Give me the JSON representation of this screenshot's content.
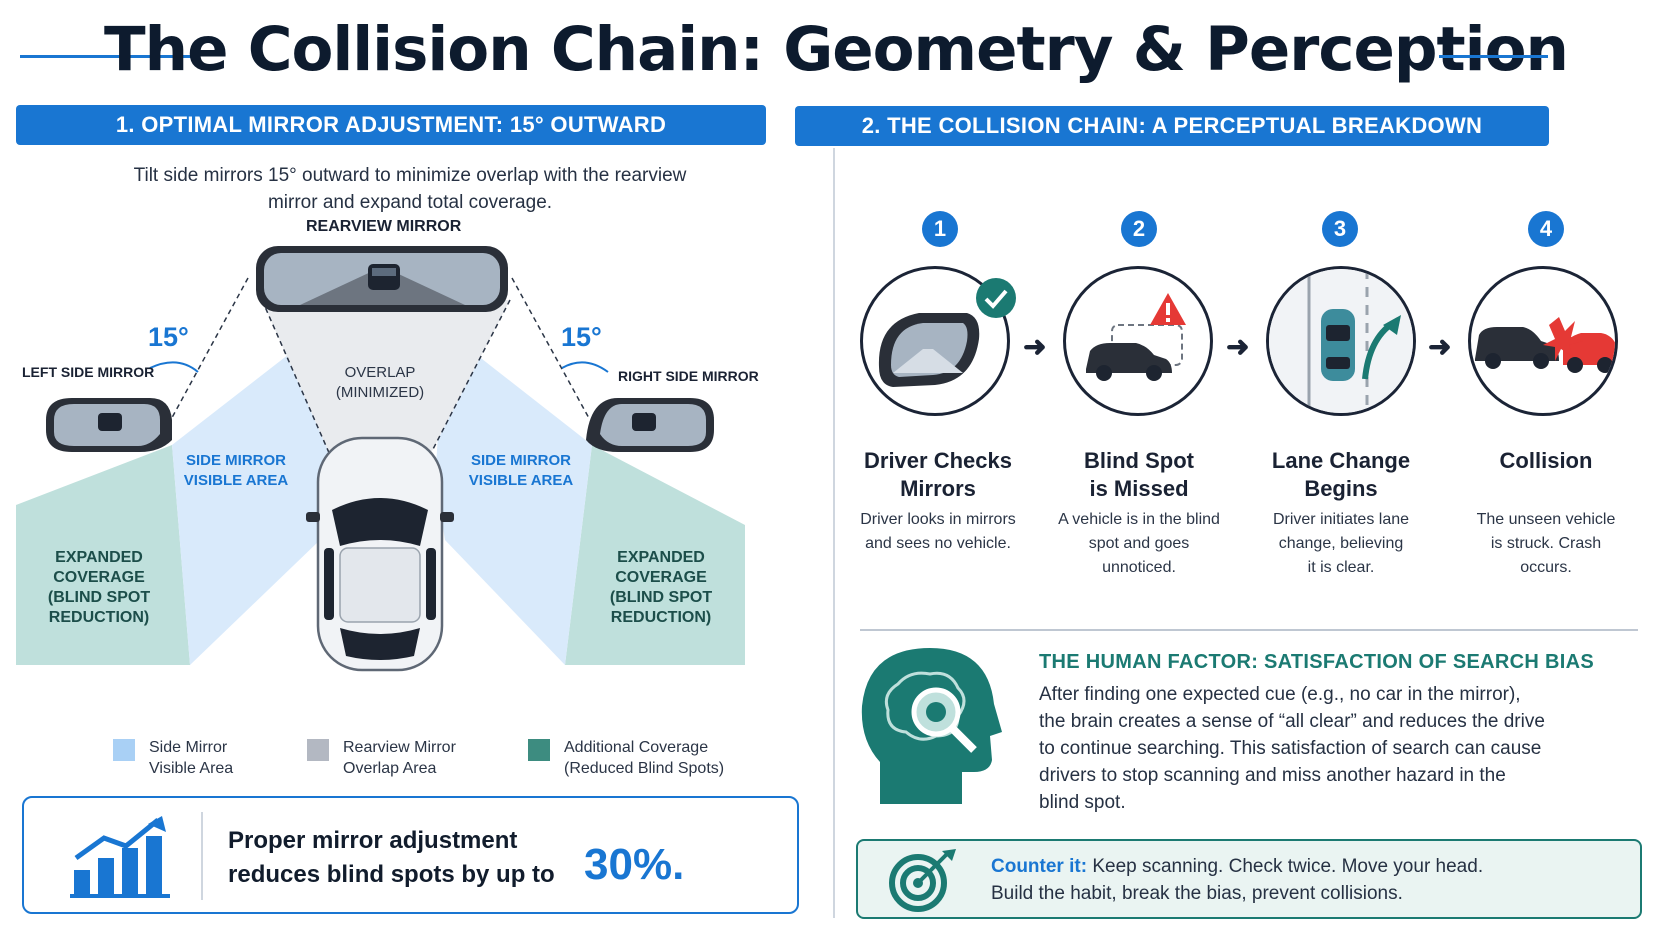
{
  "title": "The Collision Chain: Geometry & Perception",
  "section1": {
    "header": "1. OPTIMAL MIRROR ADJUSTMENT: 15° OUTWARD",
    "subtitle_line1": "Tilt side mirrors 15° outward to minimize overlap with the rearview",
    "subtitle_line2": "mirror and expand total coverage.",
    "rearview_label": "REARVIEW MIRROR",
    "left_mirror_label": "LEFT SIDE MIRROR",
    "right_mirror_label": "RIGHT SIDE MIRROR",
    "angle_left": "15°",
    "angle_right": "15°",
    "overlap_line1": "OVERLAP",
    "overlap_line2": "(MINIMIZED)",
    "side_area_line1": "SIDE MIRROR",
    "side_area_line2": "VISIBLE AREA",
    "expanded_lines": [
      "EXPANDED",
      "COVERAGE",
      "(BLIND SPOT",
      "REDUCTION)"
    ],
    "legend": [
      {
        "line1": "Side Mirror",
        "line2": "Visible Area",
        "color": "#a9d0f5"
      },
      {
        "line1": "Rearview Mirror",
        "line2": "Overlap Area",
        "color": "#b3b8c2"
      },
      {
        "line1": "Additional Coverage",
        "line2": "(Reduced Blind Spots)",
        "color": "#3d8c80"
      }
    ],
    "stat_line1": "Proper mirror adjustment",
    "stat_line2": "reduces blind spots by up to",
    "stat_value": "30%."
  },
  "section2": {
    "header": "2. THE COLLISION CHAIN: A PERCEPTUAL BREAKDOWN",
    "steps": [
      {
        "num": "1",
        "title1": "Driver Checks",
        "title2": "Mirrors",
        "desc": [
          "Driver looks in mirrors",
          "and sees no vehicle."
        ]
      },
      {
        "num": "2",
        "title1": "Blind Spot",
        "title2": "is Missed",
        "desc": [
          "A vehicle is in the blind",
          "spot and goes",
          "unnoticed."
        ]
      },
      {
        "num": "3",
        "title1": "Lane Change",
        "title2": "Begins",
        "desc": [
          "Driver initiates lane",
          "change, believing",
          "it is clear."
        ]
      },
      {
        "num": "4",
        "title1": "Collision",
        "title2": "",
        "desc": [
          "The unseen vehicle",
          "is struck. Crash",
          "occurs."
        ]
      }
    ],
    "human_factor_title": "THE HUMAN FACTOR: SATISFACTION OF SEARCH BIAS",
    "human_factor_lines": [
      "After finding one expected cue (e.g., no car in the mirror),",
      "the brain creates a sense of “all clear” and reduces the drive",
      "to continue searching. This satisfaction of search can cause",
      "drivers to stop scanning and miss another hazard in the",
      "blind spot."
    ],
    "counter_label": "Counter it:",
    "counter_line1": " Keep scanning. Check twice. Move your head.",
    "counter_line2": "Build the habit, break the bias, prevent collisions."
  },
  "colors": {
    "accent": "#1976d2",
    "teal": "#1b7a72",
    "dark": "#0d1b2e",
    "side_area": "#d9eafb",
    "expanded": "#bfe0dc",
    "overlap": "#e9ebee",
    "alert": "#e53935",
    "check": "#1b7a72"
  }
}
